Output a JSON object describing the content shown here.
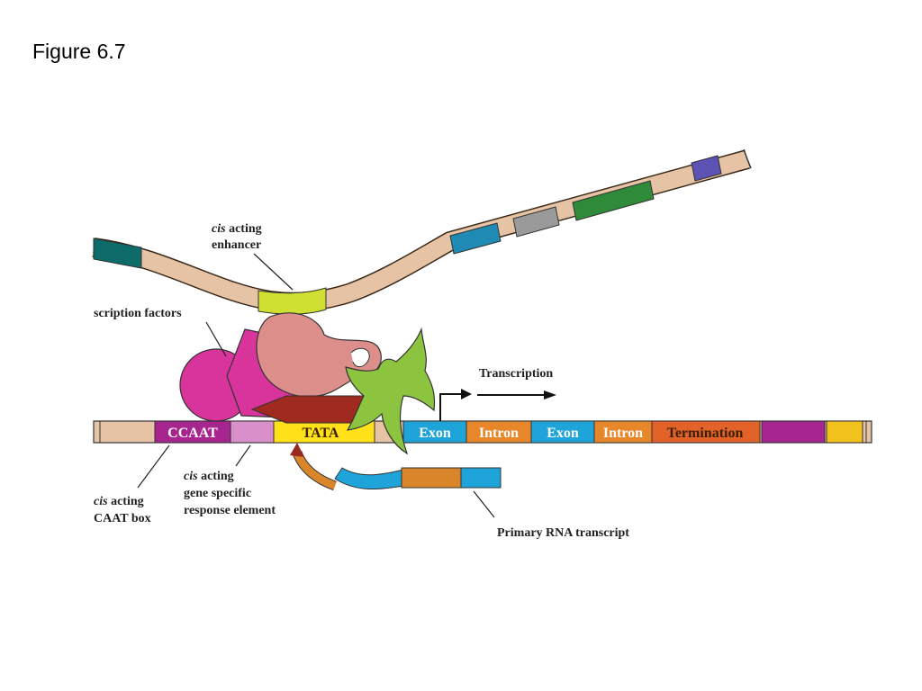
{
  "slide": {
    "title": "Figure 6.7"
  },
  "labels": {
    "enhancer_italic": "cis",
    "enhancer_rest": " acting",
    "enhancer_line2": "enhancer",
    "factors": "scription factors",
    "transcription": "Transcription",
    "caat_italic": "cis",
    "caat_rest": " acting",
    "caat_line2": "CAAT box",
    "response_italic": "cis",
    "response_rest": " acting",
    "response_line2": "gene specific",
    "response_line3": "response element",
    "rna": "Primary RNA transcript"
  },
  "segments": {
    "ccaat": "CCAAT",
    "tata": "TATA",
    "exon1": "Exon",
    "intron1": "Intron",
    "exon2": "Exon",
    "intron2": "Intron",
    "termination": "Termination"
  },
  "colors": {
    "dna_backbone": "#e6c3a5",
    "ccaat": "#a6258f",
    "response_element": "#d98fc9",
    "tata": "#ffe11a",
    "exon": "#1fa4d9",
    "intron": "#e8862a",
    "termination": "#e2622a",
    "enhancer": "#cfe033",
    "factor_magenta": "#d8349c",
    "factor_pink": "#dc8f8a",
    "factor_green": "#8cc43f",
    "factor_red": "#a02a1f"
  }
}
